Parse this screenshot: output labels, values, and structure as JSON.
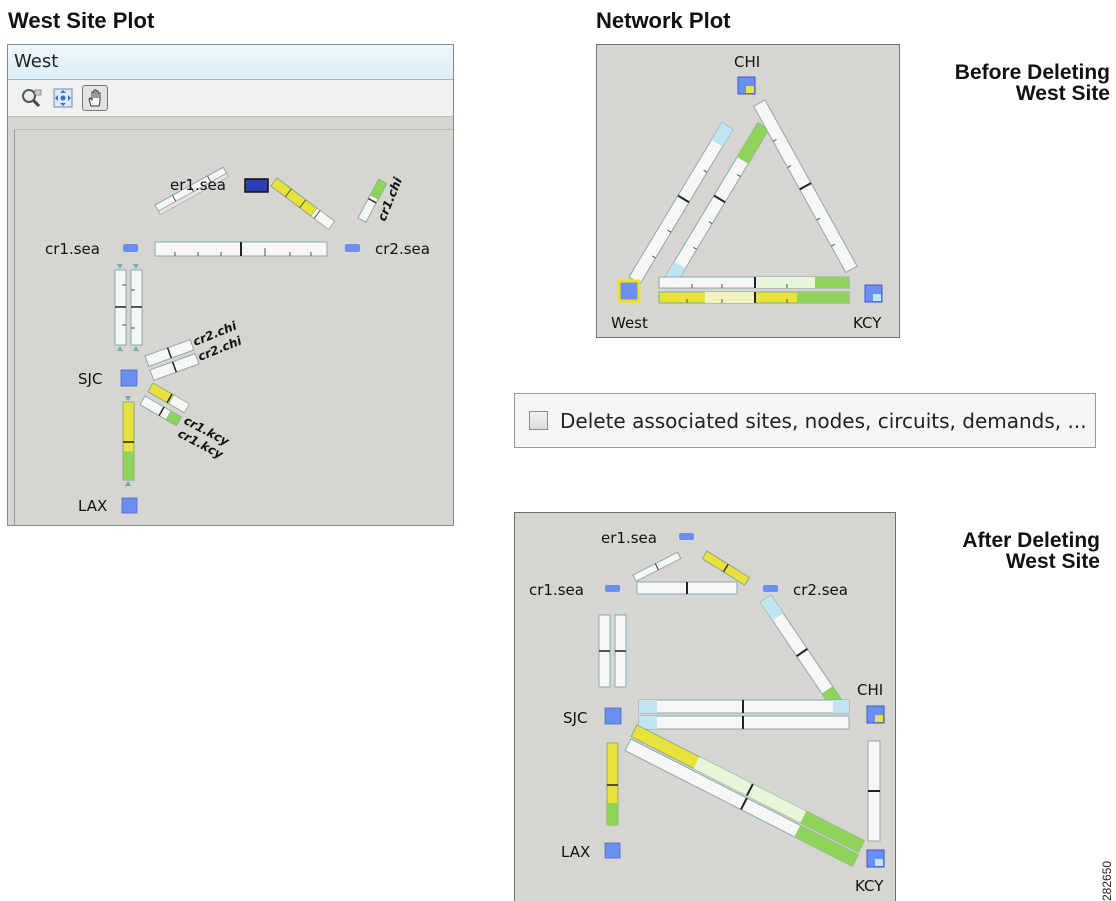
{
  "headings": {
    "west_site_plot": "West Site Plot",
    "network_plot": "Network Plot"
  },
  "captions": {
    "before": [
      "Before Deleting",
      "West Site"
    ],
    "after": [
      "After Deleting",
      "West Site"
    ]
  },
  "west_window": {
    "title": "West",
    "toolbar": {
      "zoom_icon": "zoom-magnifier-icon",
      "fit_icon": "fit-to-view-icon",
      "pan_icon": "pan-hand-icon",
      "active_tool": "pan"
    },
    "nodes": {
      "er1_sea": "er1.sea",
      "cr1_sea": "cr1.sea",
      "cr2_sea": "cr2.sea",
      "sjc": "SJC",
      "lax": "LAX"
    },
    "link_labels": {
      "cr1_chi": "cr1.chi",
      "cr2_chi_a": "cr2.chi",
      "cr2_chi_b": "cr2.chi",
      "cr1_kcy_a": "cr1.kcy",
      "cr1_kcy_b": "cr1.kcy"
    }
  },
  "network_before": {
    "nodes": {
      "chi": "CHI",
      "west": "West",
      "kcy": "KCY"
    }
  },
  "delete_option": {
    "checked": false,
    "label": "Delete associated sites, nodes, circuits, demands, ..."
  },
  "network_after": {
    "nodes": {
      "er1_sea": "er1.sea",
      "cr1_sea": "cr1.sea",
      "cr2_sea": "cr2.sea",
      "chi": "CHI",
      "sjc": "SJC",
      "lax": "LAX",
      "kcy": "KCY"
    }
  },
  "figure_id": "282650",
  "colors": {
    "canvas": "#d6d5d2",
    "node_blue": "#6b8ff0",
    "node_dark": "#2c3fb8",
    "util_yellow": "#e8e23a",
    "util_green": "#8fd35a",
    "util_cyan": "#bfe6ef",
    "site_highlight": "#f0e020"
  }
}
